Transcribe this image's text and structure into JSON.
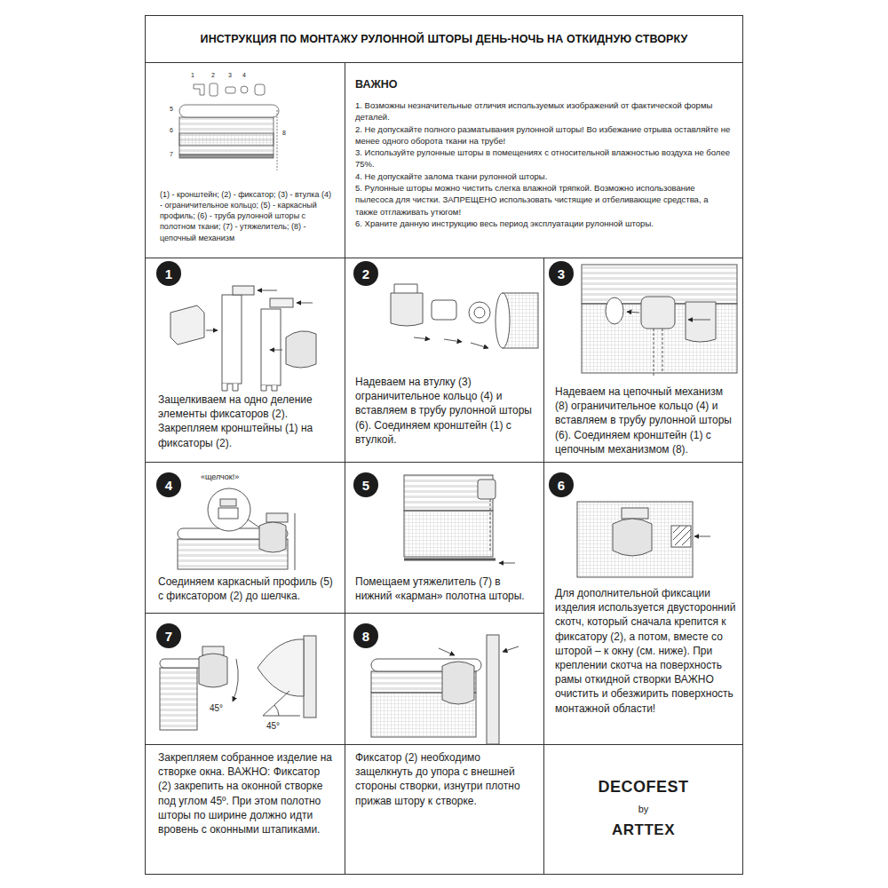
{
  "diagram": {
    "title": "ИНСТРУКЦИЯ ПО МОНТАЖУ РУЛОННОЙ ШТОРЫ ДЕНЬ-НОЧЬ НА ОТКИДНУЮ СТВОРКУ",
    "nodes": [
      {
        "text": [
          "(1) - кронштейн; (2) - фиксатор; (3) - втулка (4) - ограничительное кольцо; (5) - каркасный профиль; (6) - труба рулонной шторы с полотном ткани; (7) - утяжелитель; (8) - цепочный механизм"
        ]
      },
      {
        "text": [
          "ВАЖНО",
          "1. Возможны незначительные отличия используемых изображений от фактической формы деталей.",
          "2. Не допускайте полного разматывания рулонной шторы! Во избежание отрыва оставляйте не менее одного оборота ткани на трубе!",
          "3. Используйте рулонные шторы в помещениях с относительной влажностью воздуха не более 75%.",
          "4. Не допускайте залома ткани рулонной шторы.",
          "5. Рулонные шторы можно чистить слегка влажной тряпкой. Возможно использование пылесоса для чистки. ЗАПРЕЩЕНО использовать чистящие и отбеливающие средства, а также отглаживать утюгом!",
          "6. Храните данную инструкцию весь период эксплуатации рулонной шторы."
        ]
      },
      {
        "text": [
          "Защелкиваем на одно деление элементы фиксаторов (2). Закрепляем кронштейны (1) на фиксаторы (2)."
        ]
      },
      {
        "text": [
          "1"
        ],
        "in": 2
      },
      {
        "text": [
          "Надеваем на втулку (3) ограничительное кольцо (4) и вставляем в трубу рулонной шторы (6). Соединяем кронштейн (1) с втулкой."
        ]
      },
      {
        "text": [
          "2"
        ],
        "in": 4
      },
      {
        "text": [
          "Надеваем на цепочный механизм (8) ограничительное кольцо (4) и вставляем в трубу рулонной шторы (6). Соединяем кронштейн (1) с цепочным механизмом (8)."
        ]
      },
      {
        "text": [
          "3"
        ],
        "in": 6
      },
      {
        "text": [
          "Соединяем каркасный профиль (5) с фиксатором (2) до шелчка."
        ]
      },
      {
        "text": [
          "4"
        ],
        "in": 8
      },
      {
        "text": [
          "Помещаем утяжелитель (7) в нижний «карман» полотна шторы."
        ]
      },
      {
        "text": [
          "5"
        ],
        "in": 10
      },
      {
        "text": [
          "Для дополнительной фиксации изделия используется двусторонний скотч, который сначала крепится к фиксатору (2), а потом, вместе со шторой – к окну (см. ниже). При креплении скотча на поверхность рамы откидной створки ВАЖНО очистить и обезжирить поверхность монтажной области!"
        ]
      },
      {
        "text": [
          "6"
        ],
        "in": 12
      },
      {
        "text": [
          "Закрепляем собранное изделие на створке окна. ВАЖНО: Фиксатор (2) закрепить на оконной створке под углом 45º. При этом полотно шторы по ширине должно идти вровень с оконными штапиками."
        ]
      },
      {
        "text": [
          "7"
        ],
        "in": 14
      },
      {
        "text": [
          "Фиксатор (2) необходимо защелкнуть до упора с внешней стороны створки, изнутри плотно прижав штору к створке."
        ]
      },
      {
        "text": [
          "8"
        ],
        "in": 16
      },
      {
        "text": [
          "DECOFEST",
          "by",
          "ARTTEX"
        ]
      }
    ],
    "labels": [
      "1",
      "2",
      "3",
      "4",
      "5",
      "6",
      "7",
      "8",
      "«щелчок!»",
      "45°",
      "45°"
    ]
  }
}
